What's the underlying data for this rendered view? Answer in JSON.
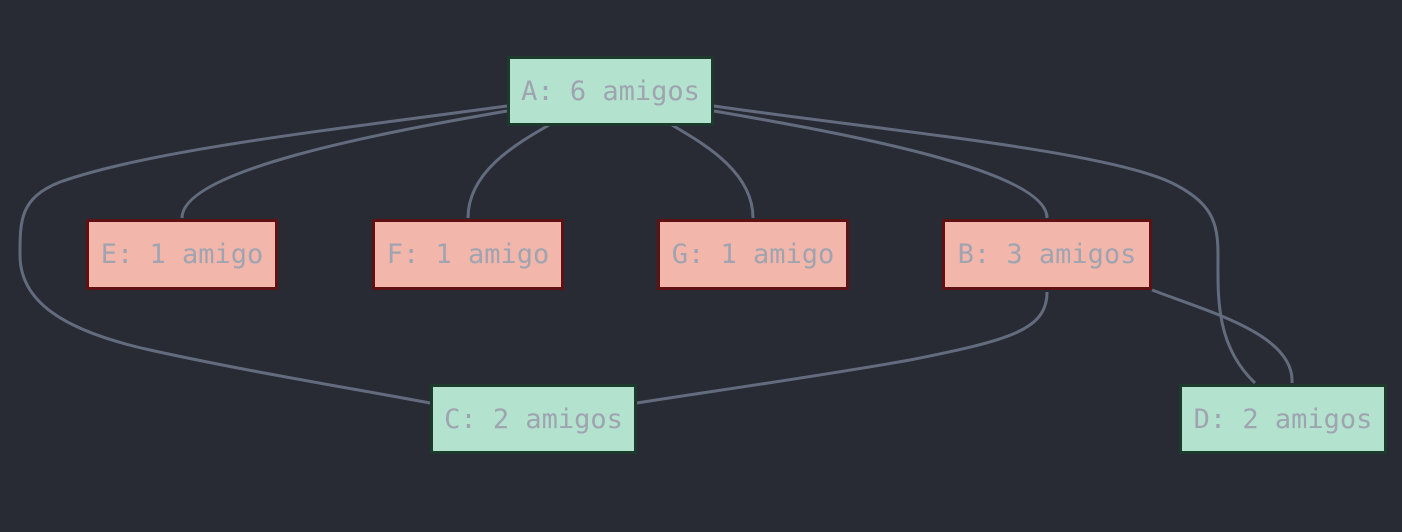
{
  "nodes": {
    "a": {
      "label": "A: 6 amigos"
    },
    "b": {
      "label": "B: 3 amigos"
    },
    "c": {
      "label": "C: 2 amigos"
    },
    "d": {
      "label": "D: 2 amigos"
    },
    "e": {
      "label": "E: 1 amigo"
    },
    "f": {
      "label": "F: 1 amigo"
    },
    "g": {
      "label": "G: 1 amigo"
    }
  },
  "edges": [
    {
      "from": "A",
      "to": "E"
    },
    {
      "from": "A",
      "to": "F"
    },
    {
      "from": "A",
      "to": "G"
    },
    {
      "from": "A",
      "to": "B"
    },
    {
      "from": "A",
      "to": "C"
    },
    {
      "from": "A",
      "to": "D"
    },
    {
      "from": "B",
      "to": "C"
    },
    {
      "from": "B",
      "to": "D"
    }
  ],
  "colors": {
    "background": "#282b33",
    "edge": "#636b7e",
    "node_green_fill": "#b3e2ce",
    "node_green_border": "#1d3b2d",
    "node_red_fill": "#f2b6ab",
    "node_red_border": "#5e1214",
    "node_text": "#9fa4b0"
  }
}
